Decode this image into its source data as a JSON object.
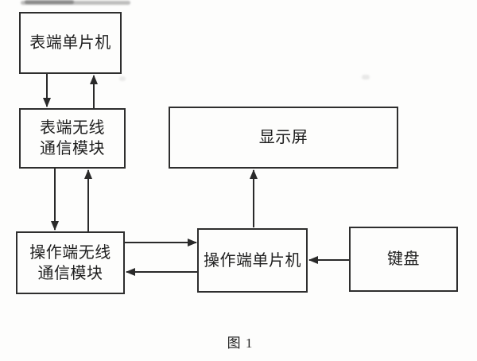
{
  "diagram": {
    "title": "wireless-meter-reading-block-diagram",
    "caption": "图 1",
    "colors": {
      "line": "#2a2a2a",
      "border": "#2e2e2e",
      "background": "#fdfdfc",
      "text": "#1f1f1f"
    },
    "boxes": {
      "meter_mcu": {
        "label": "表端单片机"
      },
      "meter_wireless": {
        "line1": "表端无线",
        "line2": "通信模块"
      },
      "operator_wireless": {
        "line1": "操作端无线",
        "line2": "通信模块"
      },
      "display": {
        "label": "显示屏"
      },
      "operator_mcu": {
        "label": "操作端单片机"
      },
      "keyboard": {
        "label": "键盘"
      }
    },
    "connections": [
      {
        "from": "meter_mcu",
        "to": "meter_wireless",
        "direction": "down"
      },
      {
        "from": "meter_wireless",
        "to": "meter_mcu",
        "direction": "up"
      },
      {
        "from": "meter_wireless",
        "to": "operator_wireless",
        "direction": "down"
      },
      {
        "from": "operator_wireless",
        "to": "meter_wireless",
        "direction": "up"
      },
      {
        "from": "operator_wireless",
        "to": "operator_mcu",
        "direction": "right"
      },
      {
        "from": "operator_mcu",
        "to": "operator_wireless",
        "direction": "left"
      },
      {
        "from": "operator_mcu",
        "to": "display",
        "direction": "up"
      },
      {
        "from": "keyboard",
        "to": "operator_mcu",
        "direction": "left"
      }
    ]
  }
}
